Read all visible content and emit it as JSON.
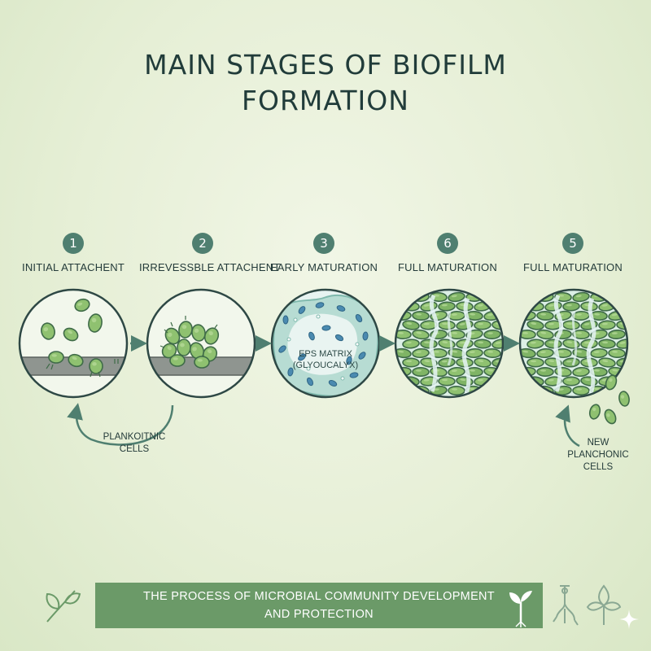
{
  "title_lines": [
    "MAIN STAGES OF BIOFILM",
    "FORMATION"
  ],
  "stages": [
    {
      "number": "1",
      "label": "INITIAL ATTACHENT"
    },
    {
      "number": "2",
      "label": "IRREVESSBLE ATTACHENT"
    },
    {
      "number": "3",
      "label": "EARLY MATURATION"
    },
    {
      "number": "6",
      "label": "FULL MATURATION"
    },
    {
      "number": "5",
      "label": "FULL MATURATION"
    }
  ],
  "notes": {
    "planktonic": "PLANKOITNIC\nCELLS",
    "new_planktonic": "NEW\nPLANCHONIC\nCELLS",
    "eps": "EPS MATRIX\n(GLYOUCALYX)"
  },
  "banner_lines": [
    "THE PROCESS OF MICROBIAL COMMUNITY DEVELOPMENT",
    "AND PROTECTION"
  ],
  "icons": [
    "leaf-sprig-icon",
    "seedling-icon",
    "plant-roots-icon",
    "flower-icon",
    "sparkle-icon"
  ],
  "colors": {
    "cell_fill": "#8fc170",
    "cell_stroke": "#3f6b48",
    "surface": "#8f9590",
    "matrix": "#b7dcd3",
    "badge": "#4f7f70",
    "banner": "#6b9a68"
  }
}
